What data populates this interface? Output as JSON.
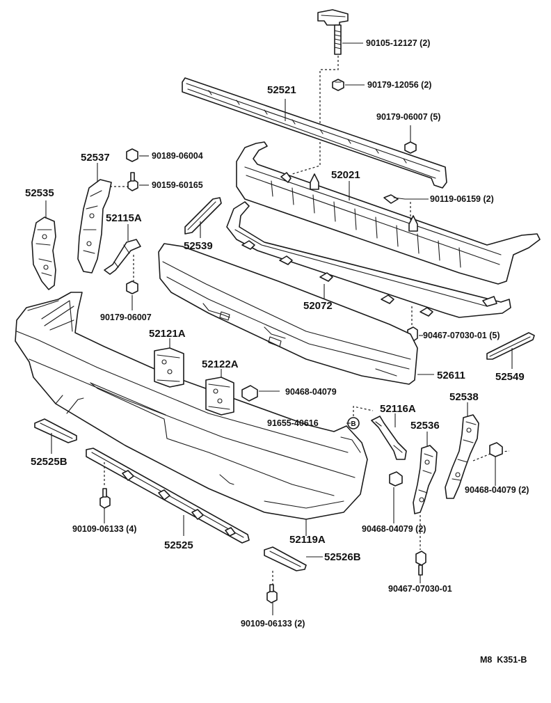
{
  "diagram_code": "M8  K351-B",
  "circle_marker": "B",
  "labels": {
    "p90105": "90105-12127 (2)",
    "p90179_12056": "90179-12056 (2)",
    "p52521": "52521",
    "p90179_06007_5": "90179-06007 (5)",
    "p52537": "52537",
    "p90189": "90189-06004",
    "p90159": "90159-60165",
    "p52021": "52021",
    "p52535": "52535",
    "p90119": "90119-06159 (2)",
    "p52115A": "52115A",
    "p52539": "52539",
    "p90179_06007": "90179-06007",
    "p52072": "52072",
    "p90467_5": "90467-07030-01 (5)",
    "p52121A": "52121A",
    "p52549": "52549",
    "p52611": "52611",
    "p52122A": "52122A",
    "p90468_a": "90468-04079",
    "p52538": "52538",
    "p52116A": "52116A",
    "p91655": "91655-40616",
    "p52536": "52536",
    "p52525B": "52525B",
    "p90468_2r": "90468-04079 (2)",
    "p90109_4": "90109-06133 (4)",
    "p90468_2c": "90468-04079 (2)",
    "p52525": "52525",
    "p52119A": "52119A",
    "p52526B": "52526B",
    "p90467": "90467-07030-01",
    "p90109_2": "90109-06133 (2)"
  }
}
